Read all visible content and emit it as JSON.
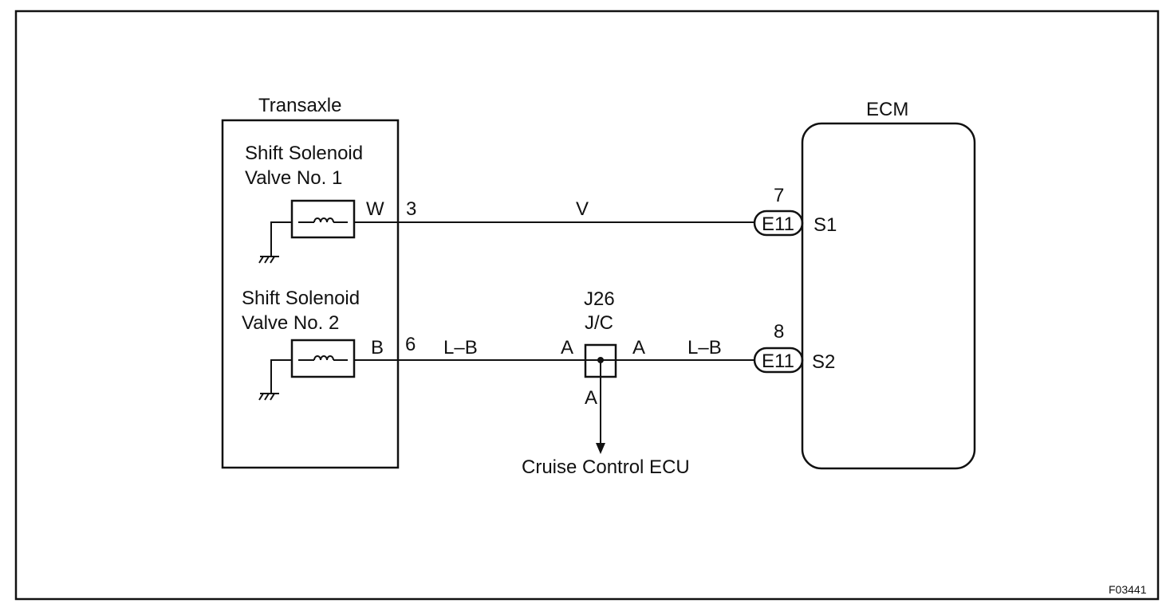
{
  "diagram": {
    "transaxle": {
      "title": "Transaxle",
      "solenoid1": {
        "line1": "Shift Solenoid",
        "line2": "Valve No. 1",
        "wire_color_inside": "W",
        "pin": "3"
      },
      "solenoid2": {
        "line1": "Shift Solenoid",
        "line2": "Valve No. 2",
        "wire_color_inside": "B",
        "pin": "6"
      }
    },
    "wire1_color": "V",
    "wire2_color_left": "L–B",
    "wire2_color_right": "L–B",
    "junction": {
      "id": "J26",
      "type": "J/C",
      "pin_left": "A",
      "pin_right": "A",
      "pin_bottom": "A",
      "destination": "Cruise Control ECU"
    },
    "ecm": {
      "title": "ECM",
      "connector1": {
        "pin": "7",
        "code": "E11",
        "terminal": "S1"
      },
      "connector2": {
        "pin": "8",
        "code": "E11",
        "terminal": "S2"
      }
    },
    "figure_code": "F03441"
  }
}
